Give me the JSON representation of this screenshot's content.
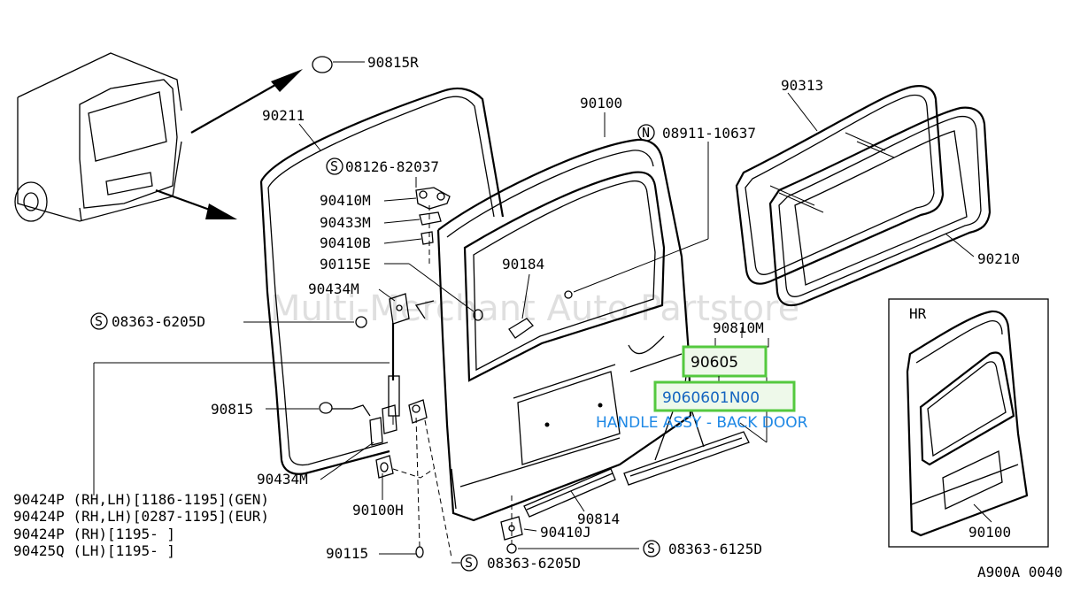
{
  "watermark": "Multi-Merchant Auto Partstore",
  "diagram_code": "A900A 0040",
  "inset_label": "HR",
  "inset_part": "90100",
  "labels": {
    "p90815R": "90815R",
    "p90211": "90211",
    "p90100": "90100",
    "p08911": "08911-10637",
    "p90313": "90313",
    "p08126": "08126-82037",
    "p90410M": "90410M",
    "p90433M": "90433M",
    "p90410B": "90410B",
    "p90115E": "90115E",
    "p90184": "90184",
    "p90210": "90210",
    "p90434Ma": "90434M",
    "p08363a": "08363-6205D",
    "p90810M": "90810M",
    "p90815": "90815",
    "p90434Mb": "90434M",
    "p90100H": "90100H",
    "p90814": "90814",
    "p90410J": "90410J",
    "p08363b": "08363-6125D",
    "p90115": "90115",
    "p08363c": "08363-6205D"
  },
  "circle_marks": {
    "n_mark": "N",
    "s_mark": "S"
  },
  "fitment_lines": [
    "90424P (RH,LH)[1186-1195](GEN)",
    "90424P (RH,LH)[0287-1195](EUR)",
    "90424P (RH)[1195-     ]",
    "90425Q (LH)[1195-     ]"
  ],
  "highlight": {
    "part_90605": "90605",
    "part_number": "9060601N00",
    "caption": "HANDLE ASSY - BACK DOOR"
  },
  "colors": {
    "highlight_border": "#54c93f",
    "highlight_fill": "#eef9ea",
    "part_text": "#1565c0",
    "caption_text": "#1e88e5"
  }
}
